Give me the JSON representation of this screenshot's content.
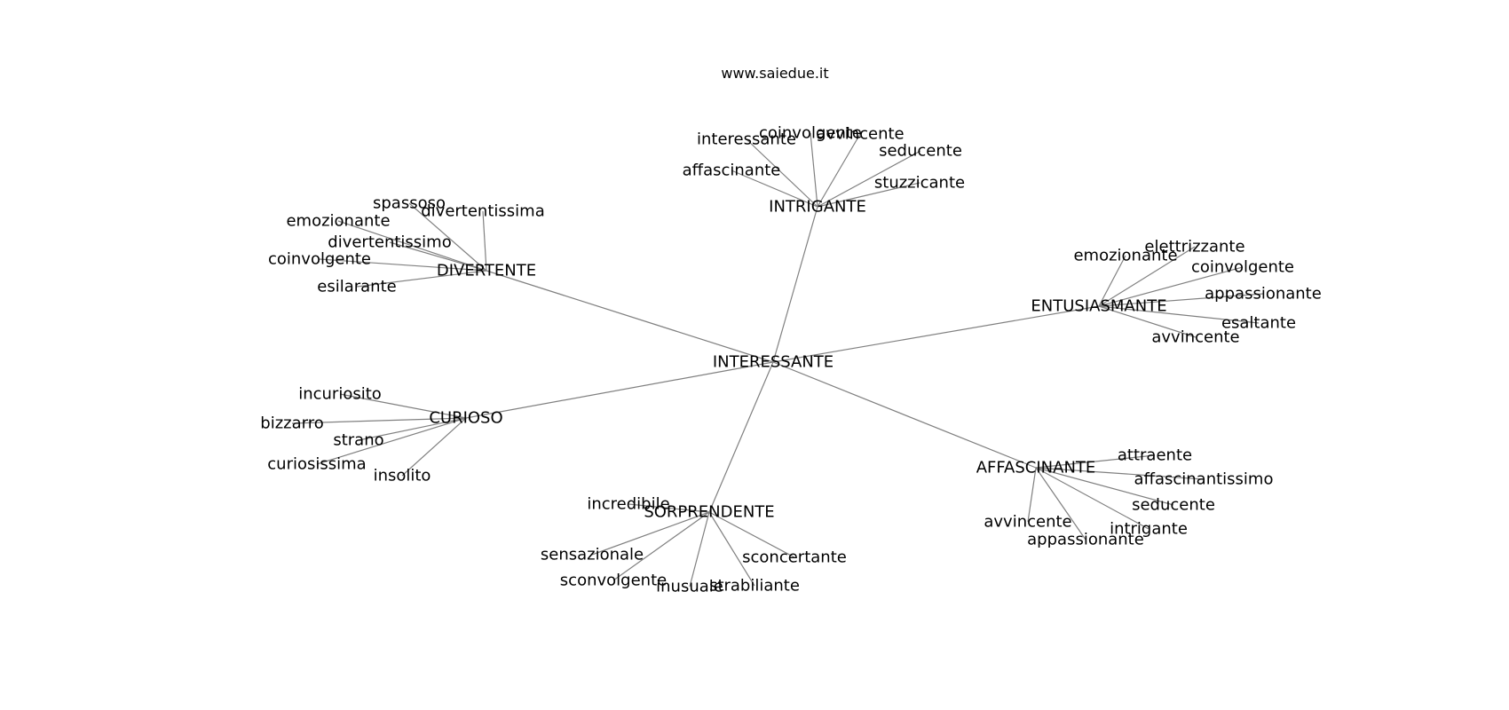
{
  "site": "www.saiedue.it",
  "colors": {
    "edge": "#808080",
    "text": "#000000",
    "background": "#ffffff"
  },
  "graph": {
    "root": "INTERESSANTE",
    "groups": [
      {
        "hub": "INTRIGANTE",
        "leaves": [
          "interessante",
          "coinvolgente",
          "avvincente",
          "seducente",
          "affascinante",
          "stuzzicante"
        ]
      },
      {
        "hub": "DIVERTENTE",
        "leaves": [
          "spassoso",
          "divertentissima",
          "emozionante",
          "divertentissimo",
          "coinvolgente",
          "esilarante"
        ]
      },
      {
        "hub": "ENTUSIASMANTE",
        "leaves": [
          "elettrizzante",
          "emozionante",
          "coinvolgente",
          "appassionante",
          "esaltante",
          "avvincente"
        ]
      },
      {
        "hub": "CURIOSO",
        "leaves": [
          "incuriosito",
          "bizzarro",
          "strano",
          "curiosissima",
          "insolito"
        ]
      },
      {
        "hub": "AFFASCINANTE",
        "leaves": [
          "attraente",
          "affascinantissimo",
          "seducente",
          "avvincente",
          "intrigante",
          "appassionante"
        ]
      },
      {
        "hub": "SORPRENDENTE",
        "leaves": [
          "incredibile",
          "sensazionale",
          "sconcertante",
          "sconvolgente",
          "inusuale",
          "strabiliante"
        ]
      }
    ]
  }
}
